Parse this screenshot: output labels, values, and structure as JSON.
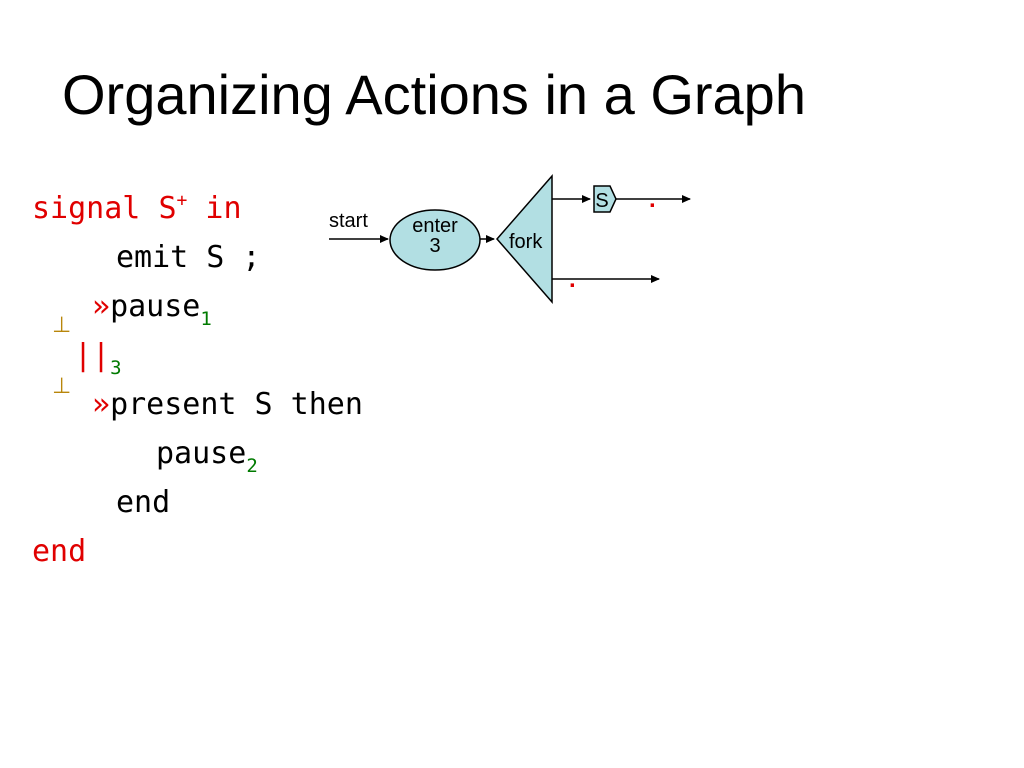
{
  "slide": {
    "title": "Organizing Actions in a Graph"
  },
  "code": {
    "line1_keyword": "signal",
    "line1_signal": "S",
    "line1_sup": "+",
    "line1_in": "in",
    "line2": "emit S ;",
    "line3_marker": "»",
    "line3_text": "pause",
    "line3_sub": "1",
    "line4_bars": "||",
    "line4_sub": "3",
    "line5_marker": "»",
    "line5_text": "present S then",
    "line6_text": "pause",
    "line6_sub": "2",
    "line7": "end",
    "line8": "end",
    "bottom_symbol": "⊥"
  },
  "diagram": {
    "start_label": "start",
    "enter_label": "enter",
    "enter_number": "3",
    "fork_label": "fork",
    "signal_label": "S",
    "dot": "."
  },
  "colors": {
    "keyword": "#e00000",
    "subscript": "#007a00",
    "bottom_symbol": "#b8860b",
    "node_fill": "#b2dfe3"
  }
}
